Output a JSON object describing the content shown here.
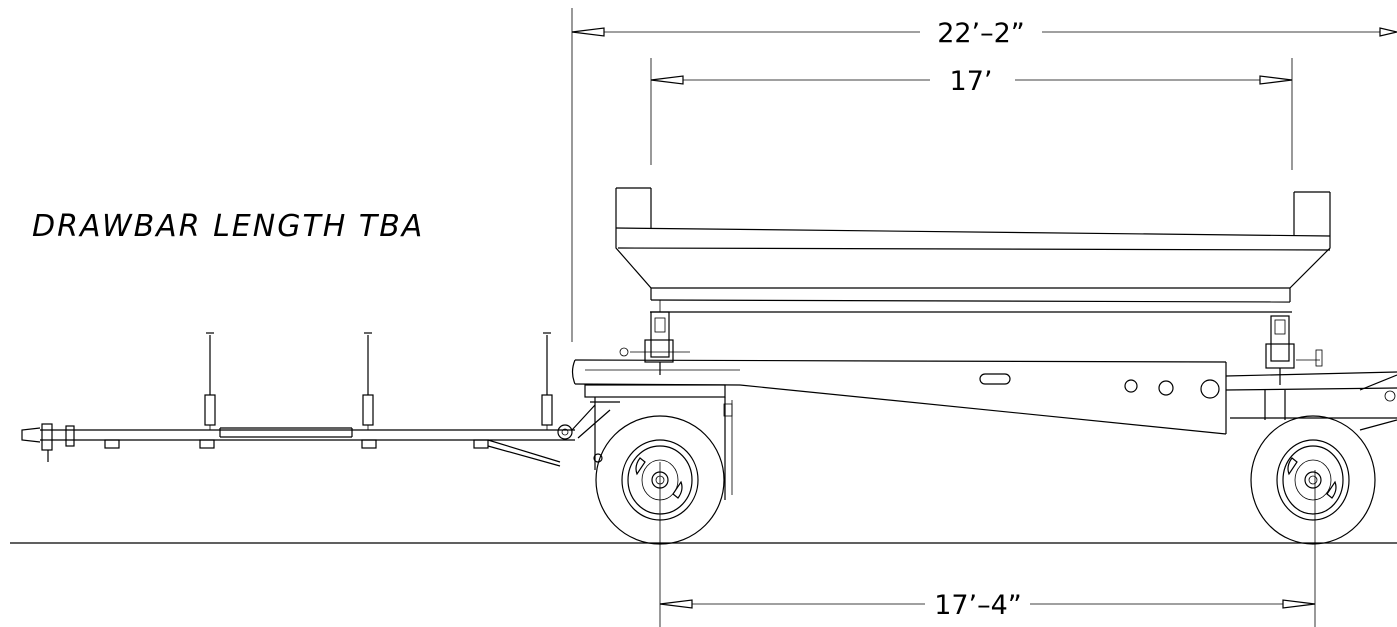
{
  "note": "DRAWBAR LENGTH TBA",
  "dimensions": {
    "overall": "22’–2”",
    "box": "17’",
    "wheelbase": "17’–4”"
  }
}
